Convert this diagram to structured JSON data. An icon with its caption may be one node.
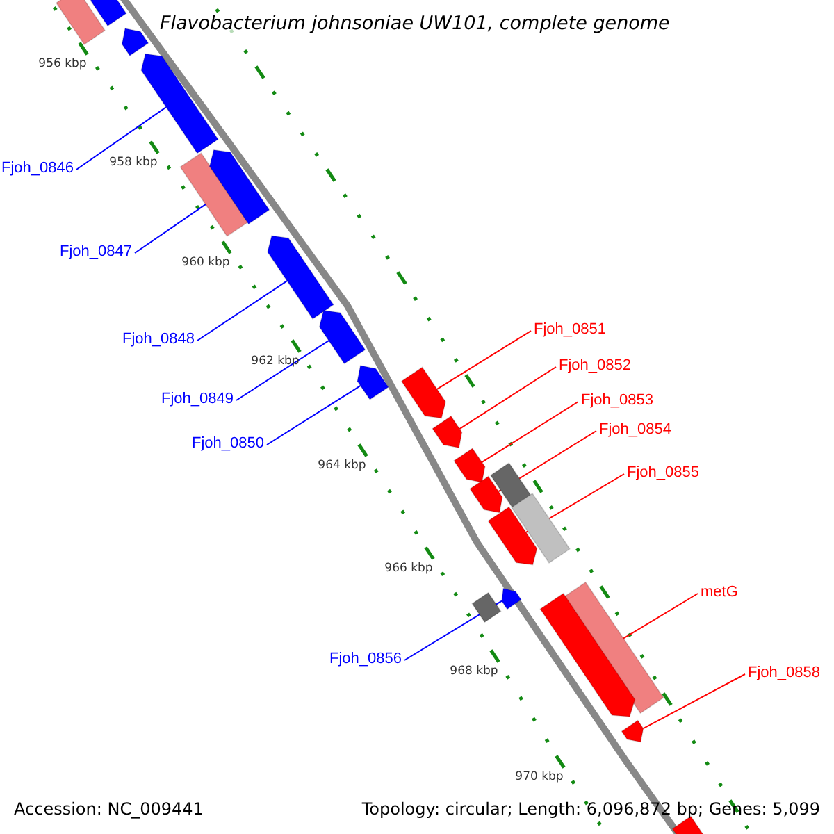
{
  "diagram": {
    "title": "Flavobacterium johnsoniae UW101, complete genome",
    "nodes": [
      {
        "text": [
          "Fjoh_0846"
        ]
      },
      {
        "text": [
          "Fjoh_0847"
        ]
      },
      {
        "text": [
          "Fjoh_0848"
        ]
      },
      {
        "text": [
          "Fjoh_0849"
        ]
      },
      {
        "text": [
          "Fjoh_0850"
        ]
      },
      {
        "text": [
          "Fjoh_0851"
        ]
      },
      {
        "text": [
          "Fjoh_0852"
        ]
      },
      {
        "text": [
          "Fjoh_0853"
        ]
      },
      {
        "text": [
          "Fjoh_0854"
        ]
      },
      {
        "text": [
          "Fjoh_0855"
        ]
      },
      {
        "text": [
          "Fjoh_0856"
        ]
      },
      {
        "text": [
          "metG"
        ]
      },
      {
        "text": [
          "Fjoh_0858"
        ]
      },
      {
        "text": [],
        "shape": "bar"
      },
      {
        "text": [],
        "shape": "bar"
      },
      {
        "text": [],
        "shape": "arrow"
      },
      {
        "text": [],
        "shape": "arrow"
      },
      {
        "text": [],
        "shape": "bar"
      },
      {
        "text": [],
        "shape": "arrow"
      },
      {
        "text": [],
        "shape": "arrow"
      },
      {
        "text": [],
        "shape": "arrow"
      },
      {
        "text": [],
        "shape": "arrow"
      },
      {
        "text": [],
        "shape": "arrow"
      },
      {
        "text": [],
        "shape": "arrow"
      },
      {
        "text": [],
        "shape": "arrow"
      },
      {
        "text": [],
        "shape": "bar"
      },
      {
        "text": [],
        "shape": "arrow"
      },
      {
        "text": [],
        "shape": "bar"
      },
      {
        "text": [],
        "shape": "arrow"
      },
      {
        "text": [],
        "shape": "arrow"
      },
      {
        "text": [],
        "shape": "bar"
      },
      {
        "text": [],
        "shape": "bar"
      },
      {
        "text": [],
        "shape": "arrow"
      },
      {
        "text": [],
        "shape": "arrow"
      },
      {
        "text": [],
        "shape": "bar"
      }
    ],
    "edges": [
      {
        "from": 0,
        "to": 16,
        "arrow": "none",
        "color": "#0000ff"
      },
      {
        "from": 1,
        "to": 18,
        "arrow": "none",
        "color": "#0000ff"
      },
      {
        "from": 2,
        "to": 19,
        "arrow": "none",
        "color": "#0000ff"
      },
      {
        "from": 3,
        "to": 20,
        "arrow": "none",
        "color": "#0000ff"
      },
      {
        "from": 4,
        "to": 21,
        "arrow": "none",
        "color": "#0000ff"
      },
      {
        "from": 5,
        "to": 22,
        "arrow": "none"
      },
      {
        "from": 6,
        "to": 23,
        "arrow": "none"
      },
      {
        "from": 7,
        "to": 24,
        "arrow": "none"
      },
      {
        "from": 8,
        "to": 26,
        "arrow": "none"
      },
      {
        "from": 9,
        "to": 28,
        "arrow": "none"
      },
      {
        "from": 10,
        "to": 29,
        "arrow": "none",
        "color": "#0000ff"
      },
      {
        "from": 11,
        "to": 32,
        "arrow": "none"
      },
      {
        "from": 12,
        "to": 33,
        "arrow": "none"
      }
    ],
    "labels": [
      "956 kbp",
      "958 kbp",
      "960 kbp",
      "962 kbp",
      "964 kbp",
      "966 kbp",
      "968 kbp",
      "970 kbp",
      "Accession: NC_009441",
      "Topology: circular; Length: 6,096,872 bp; Genes: 5,099"
    ]
  }
}
